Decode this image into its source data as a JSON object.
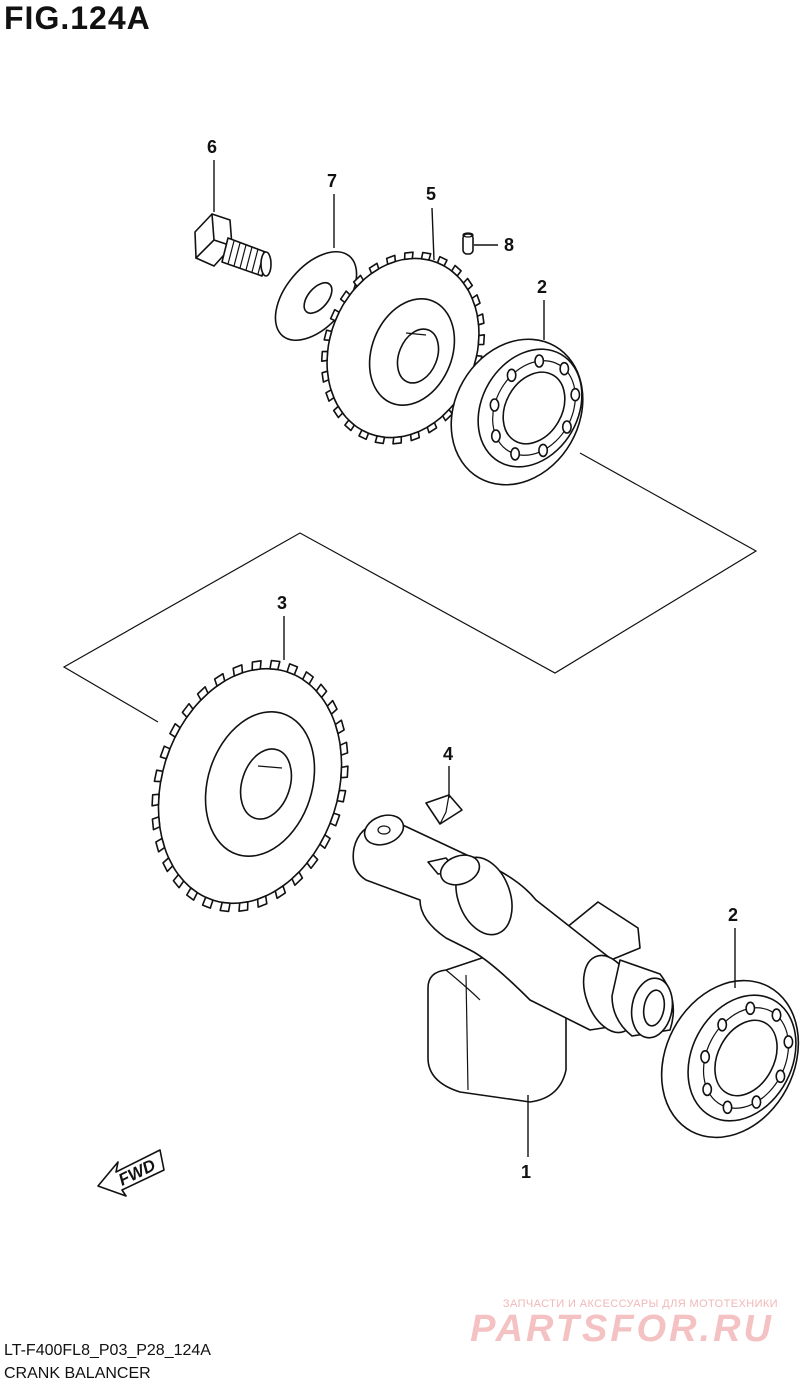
{
  "figure": {
    "title": "FIG.124A"
  },
  "callouts": {
    "crank_balancer": "1",
    "bearing_upper": "2",
    "bearing_lower": "2",
    "gear_driven": "3",
    "key": "4",
    "gear_drive": "5",
    "bolt": "6",
    "washer": "7",
    "pin": "8"
  },
  "fwd_label": "FWD",
  "footer": {
    "model_code": "LT-F400FL8_P03_P28_124A",
    "assembly_name": "CRANK BALANCER"
  },
  "watermark": {
    "tagline": "ЗАПЧАСТИ И АКСЕССУАРЫ ДЛЯ МОТОТЕХНИКИ",
    "logo": "PARTSFOR.RU"
  }
}
